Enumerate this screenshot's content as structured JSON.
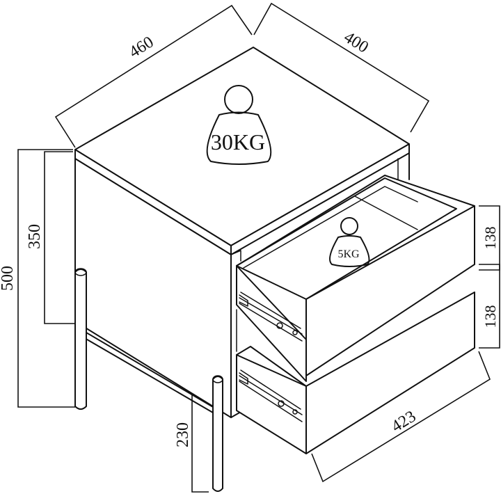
{
  "dimensions": {
    "width_top": "460",
    "depth_top": "400",
    "total_height": "500",
    "body_height": "350",
    "leg_height": "230",
    "drawer_height_upper": "138",
    "drawer_height_lower": "138",
    "drawer_width": "423"
  },
  "loads": {
    "top": "30KG",
    "drawer": "5KG"
  }
}
